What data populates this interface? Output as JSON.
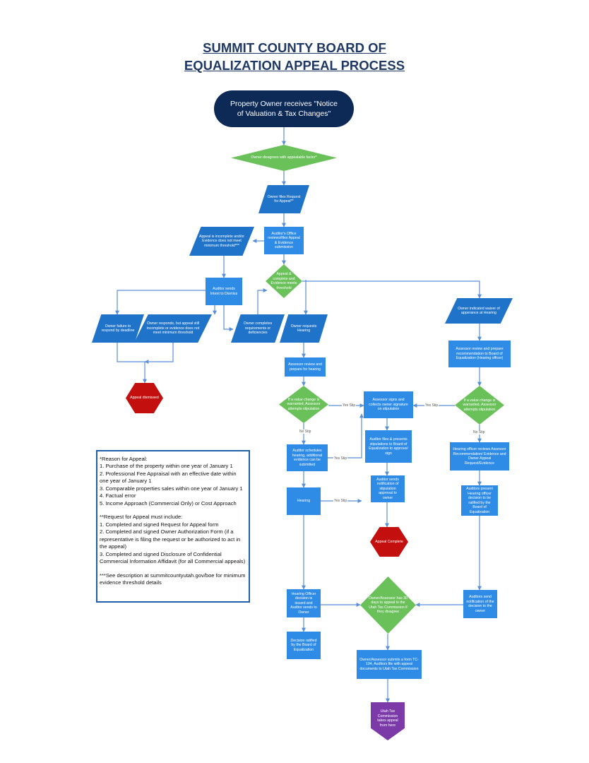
{
  "title": {
    "line1": "SUMMIT COUNTY BOARD OF",
    "line2": "EQUALIZATION APPEAL PROCESS"
  },
  "nodes": {
    "start": "Property Owner receives \"Notice of Valuation & Tax Changes\"",
    "disagrees": "Owner disagrees with appealable factor*",
    "files_request": "Owner files Request for Appeal**",
    "incomplete": "Appeal is incomplete and/or Evidence does not meet minimum threshold***",
    "auditor_review": "Auditor's Office reviews/files Appeal & Evidence submission",
    "complete_check": "Appeal & complete and Evidence meets threshold",
    "intent_dismiss": "Auditor sends Intent to Dismiss",
    "failure_respond": "Owner failure to respond by deadline",
    "still_incomplete": "Owner responds, but appeal still incomplete or evidence does not meet minimum threshold",
    "completes_req": "Owner completes requirements or deficiencies",
    "requests_hearing": "Owner requests Hearing",
    "waiver": "Owner indicated waiver of apperance at Hearing",
    "appeal_dismissed": "Appeal dismissed",
    "assessor_prepare": "Assessor review and prepare for hearing",
    "value_change_left": "If a value change is warranted, Assessor attempts stipulation",
    "assessor_signs": "Assessor signs and collects owner signature on stipulation",
    "assessor_recommend": "Assessor review and prepare recommendation to Board of Equalization (Hearing officer)",
    "value_change_right": "If a value change is warranted, Assessor attempts stipulation",
    "auditor_schedules": "Auditor schedules hearing, additional evidence can be submitted",
    "auditor_files_stip": "Auditor files & presents stipulations to Board of Equalization to approve/ sign",
    "officer_reviews": "Hearing officer reviews Assessor Recommendation/ Evidence and Owner Appeal Request/Evidence",
    "hearing": "Hearing",
    "auditor_sends_notif": "Auditor sends notification of stipulation approval to owner",
    "auditors_present": "Auditors present Hearing officer decision to be ratified by the Board of Equalization",
    "appeal_complete": "Appeal Complete",
    "officer_decision": "Hearing Officer decision is issued and Auditor sends to Owner",
    "thirty_days": "Owner/Assessor has 30 days to appeal to the Utah Tax Commission if they disagree",
    "auditors_send_decision": "Auditors send notification of the decision to the owner",
    "decision_ratified": "Decision ratified by the Board of Equalization",
    "tc194": "Owner/Assessor submits a form TC-194, Auditors file with appeal documents to Utah Tax Commission",
    "utah_tax": "Utah Tax Commission takes appeal from here"
  },
  "edge_labels": {
    "yes_stip": "Yes Stip",
    "no_stip": "No Stip"
  },
  "notes": {
    "reason_heading": "*Reason for Appeal:",
    "reasons": [
      "1. Purchase of the property within one year of January 1",
      "2. Professional Fee Appraisal with an effective date within one year of January 1",
      "3. Comparable properties sales within one year of January 1",
      "4. Factual error",
      "5. Income Approach (Commercial Only) or Cost Approach"
    ],
    "request_heading": "**Request for Appeal must include:",
    "requirements": [
      "1. Completed and signed Request for Appeal form",
      "2. Completed and signed Owner Authorization Form (if a representative is filing the request or be authorized to act in the appeal)",
      "3. Completed and signed Disclosure of Confidential Commercial Information Affidavit (for all Commercial appeals)"
    ],
    "threshold_note": "***See description at summitcountyutah.gov/boe for minimum evidence threshold details"
  },
  "colors": {
    "title": "#1f3864",
    "pill": "#0d2a57",
    "process": "#2e8be6",
    "input": "#1f73c8",
    "decision": "#6ac15a",
    "terminal_stop": "#c40f0f",
    "external": "#7b3aa8",
    "connector": "#5b8fd6",
    "notes_border": "#1f5fae"
  }
}
